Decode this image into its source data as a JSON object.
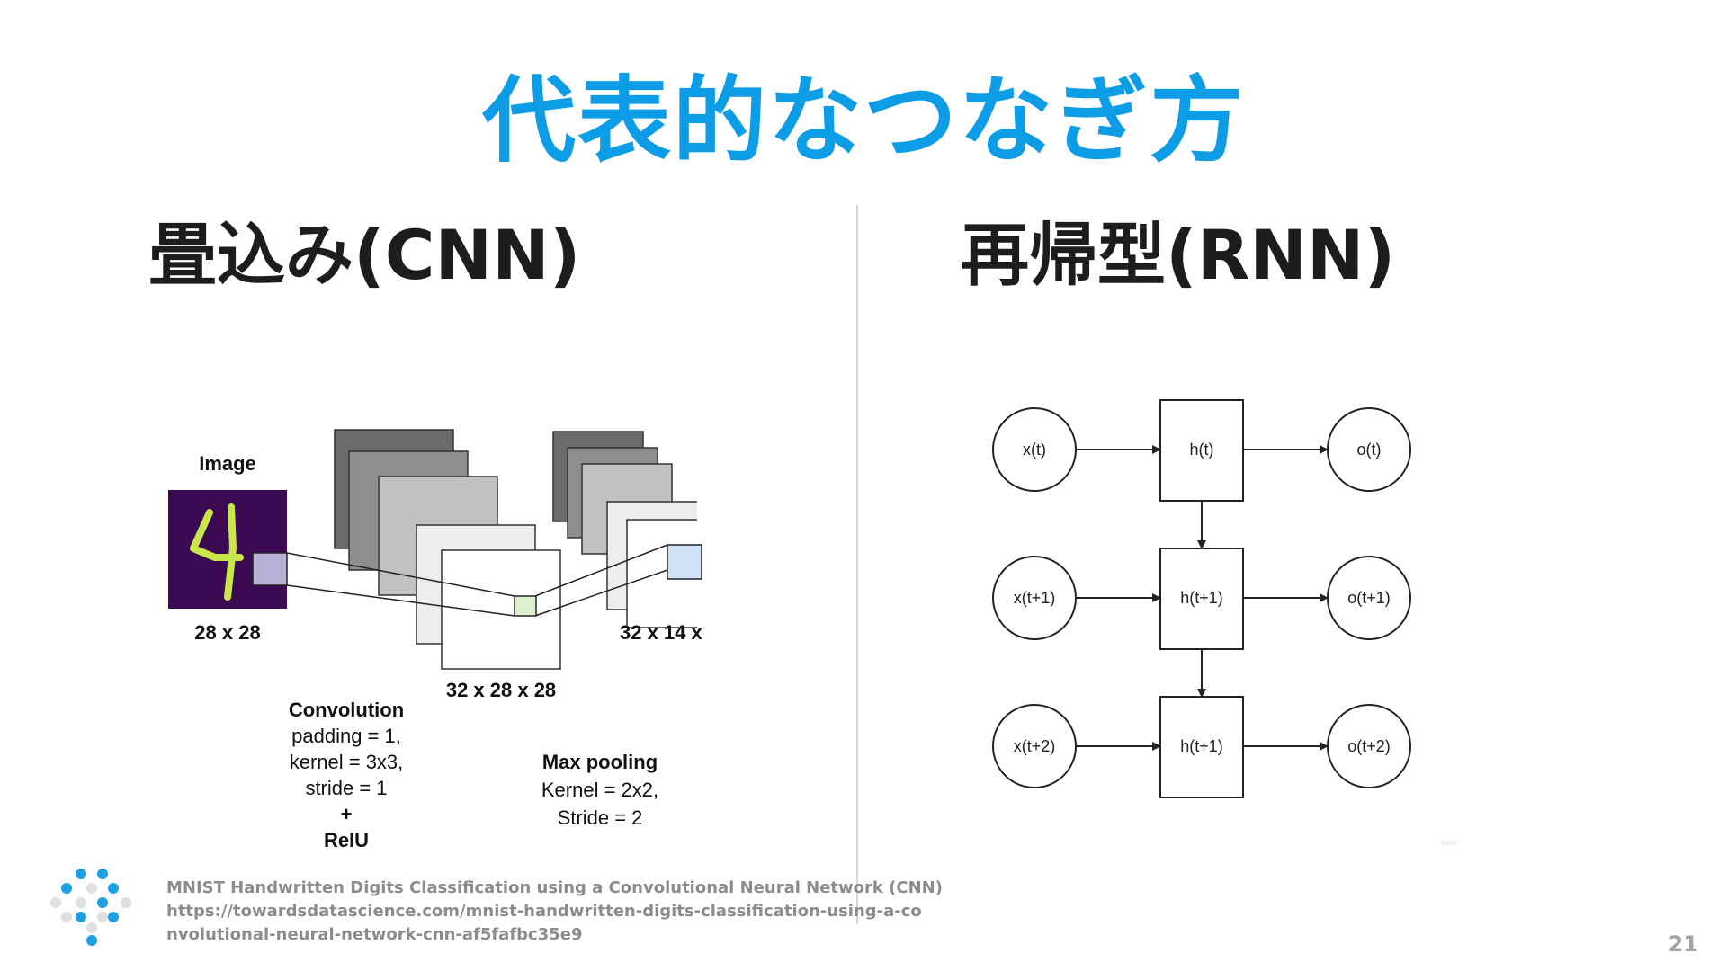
{
  "slide": {
    "title": "代表的なつなぎ方",
    "page_number": "21"
  },
  "left": {
    "heading": "畳込み(CNN)",
    "diagram": {
      "image_label": "Image",
      "input_size": "28 x 28",
      "conv_size": "32 x 28 x 28",
      "pool_size": "32 x 14 x",
      "conv_title": "Convolution",
      "conv_params": [
        "padding = 1,",
        "kernel = 3x3,",
        "stride = 1",
        "+",
        "RelU"
      ],
      "pool_title": "Max pooling",
      "pool_params": [
        "Kernel = 2x2,",
        "Stride = 2"
      ],
      "colors": {
        "digit_bg": "#3b0a52",
        "digit_stroke": "#c9e64a",
        "conv_patch": "#dcefd0",
        "pool_patch": "#cfe2f5"
      }
    }
  },
  "right": {
    "heading": "再帰型(RNN)",
    "diagram": {
      "rows": [
        {
          "input": "x(t)",
          "hidden": "h(t)",
          "output": "o(t)"
        },
        {
          "input": "x(t+1)",
          "hidden": "h(t+1)",
          "output": "o(t+1)"
        },
        {
          "input": "x(t+2)",
          "hidden": "h(t+1)",
          "output": "o(t+2)"
        }
      ],
      "watermark": "miro"
    }
  },
  "citation": {
    "lines": [
      "MNIST Handwritten Digits Classification using a Convolutional Neural Network (CNN)",
      "https://towardsdatascience.com/mnist-handwritten-digits-classification-using-a-co",
      "nvolutional-neural-network-cnn-af5fafbc35e9"
    ]
  },
  "theme": {
    "accent": "#0d9de6",
    "logo_blue": "#1ba1e2",
    "logo_gray": "#e0e0e0"
  }
}
